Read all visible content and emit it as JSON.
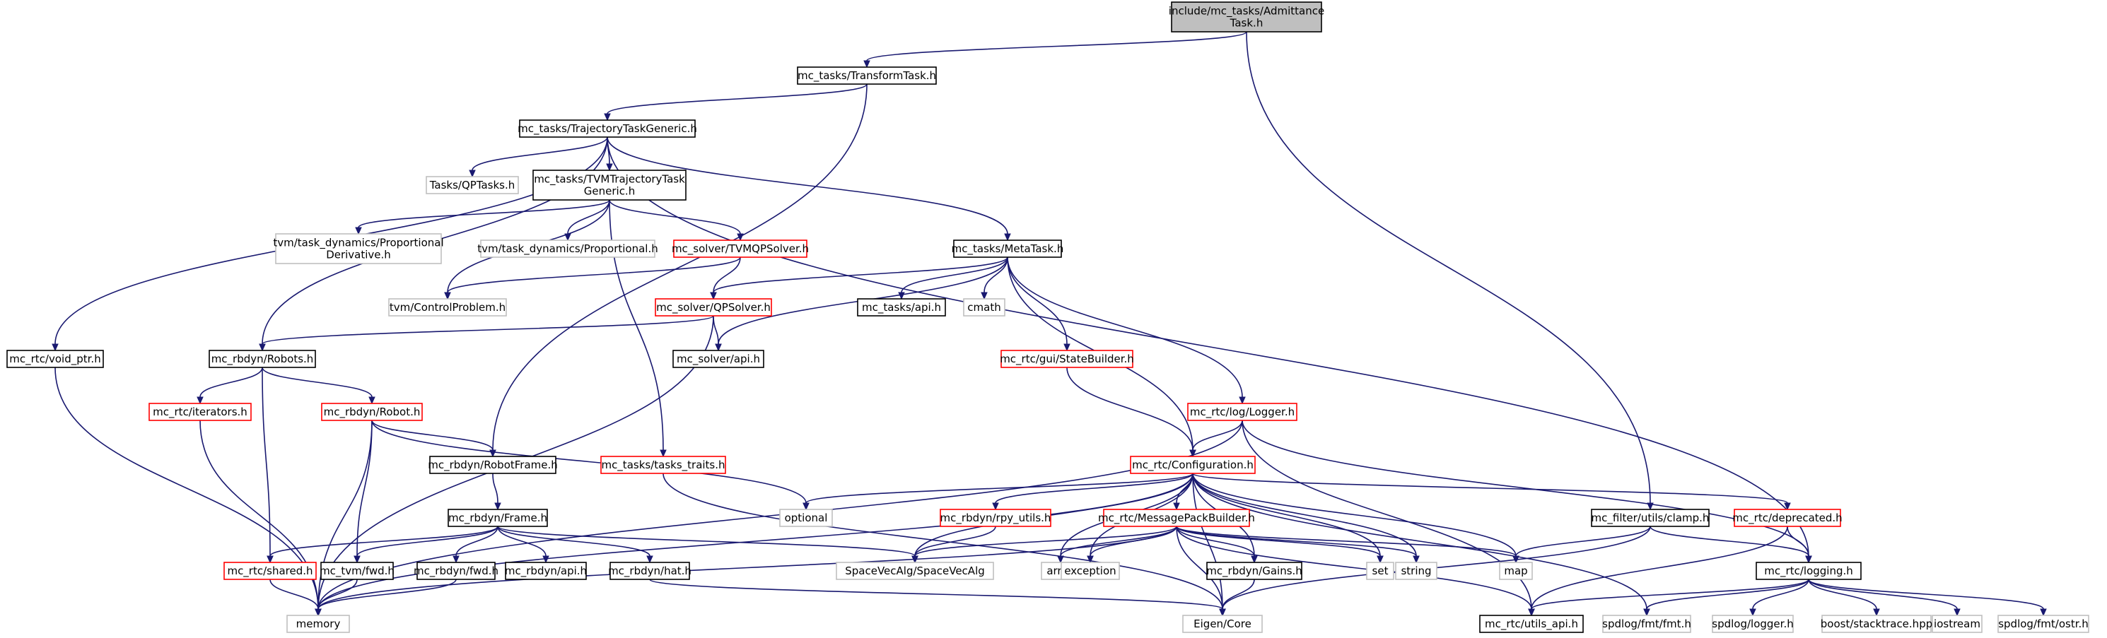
{
  "colors": {
    "edge": "#191970",
    "root_fill": "#bfbfbf",
    "border_black": "#000000",
    "border_red": "#ff0000",
    "border_gray": "#bfbfbf"
  },
  "nodes": [
    {
      "id": "n0",
      "lines": [
        "include/mc_tasks/Admittance",
        "Task.h"
      ],
      "style": "root"
    },
    {
      "id": "n1",
      "lines": [
        "mc_tasks/TransformTask.h"
      ],
      "style": "black"
    },
    {
      "id": "n2",
      "lines": [
        "mc_tasks/TrajectoryTaskGeneric.h"
      ],
      "style": "black"
    },
    {
      "id": "n3",
      "lines": [
        "Tasks/QPTasks.h"
      ],
      "style": "gray"
    },
    {
      "id": "n4",
      "lines": [
        "mc_tasks/TVMTrajectoryTask",
        "Generic.h"
      ],
      "style": "black"
    },
    {
      "id": "n5",
      "lines": [
        "tvm/task_dynamics/Proportional",
        "Derivative.h"
      ],
      "style": "gray"
    },
    {
      "id": "n6",
      "lines": [
        "tvm/task_dynamics/Proportional.h"
      ],
      "style": "gray"
    },
    {
      "id": "n7",
      "lines": [
        "mc_solver/TVMQPSolver.h"
      ],
      "style": "red"
    },
    {
      "id": "n8",
      "lines": [
        "mc_tasks/MetaTask.h"
      ],
      "style": "black"
    },
    {
      "id": "n9",
      "lines": [
        "tvm/ControlProblem.h"
      ],
      "style": "gray"
    },
    {
      "id": "n10",
      "lines": [
        "mc_solver/QPSolver.h"
      ],
      "style": "red"
    },
    {
      "id": "n11",
      "lines": [
        "mc_tasks/api.h"
      ],
      "style": "black"
    },
    {
      "id": "n12",
      "lines": [
        "cmath"
      ],
      "style": "gray"
    },
    {
      "id": "n13",
      "lines": [
        "mc_rtc/void_ptr.h"
      ],
      "style": "black"
    },
    {
      "id": "n14",
      "lines": [
        "mc_rbdyn/Robots.h"
      ],
      "style": "black"
    },
    {
      "id": "n15",
      "lines": [
        "mc_solver/api.h"
      ],
      "style": "black"
    },
    {
      "id": "n16",
      "lines": [
        "mc_rtc/gui/StateBuilder.h"
      ],
      "style": "red"
    },
    {
      "id": "n17",
      "lines": [
        "mc_rtc/iterators.h"
      ],
      "style": "red"
    },
    {
      "id": "n18",
      "lines": [
        "mc_rbdyn/Robot.h"
      ],
      "style": "red"
    },
    {
      "id": "n19",
      "lines": [
        "mc_rtc/log/Logger.h"
      ],
      "style": "red"
    },
    {
      "id": "n20",
      "lines": [
        "mc_rbdyn/RobotFrame.h"
      ],
      "style": "black"
    },
    {
      "id": "n21",
      "lines": [
        "mc_tasks/tasks_traits.h"
      ],
      "style": "red"
    },
    {
      "id": "n22",
      "lines": [
        "mc_rtc/Configuration.h"
      ],
      "style": "red"
    },
    {
      "id": "n23",
      "lines": [
        "mc_rbdyn/Frame.h"
      ],
      "style": "black"
    },
    {
      "id": "n24",
      "lines": [
        "optional"
      ],
      "style": "gray"
    },
    {
      "id": "n25",
      "lines": [
        "mc_rbdyn/rpy_utils.h"
      ],
      "style": "red"
    },
    {
      "id": "n26",
      "lines": [
        "mc_rtc/MessagePackBuilder.h"
      ],
      "style": "red"
    },
    {
      "id": "n27",
      "lines": [
        "mc_filter/utils/clamp.h"
      ],
      "style": "black"
    },
    {
      "id": "n28",
      "lines": [
        "mc_rtc/deprecated.h"
      ],
      "style": "red"
    },
    {
      "id": "n29",
      "lines": [
        "SpaceVecAlg/SpaceVecAlg"
      ],
      "style": "gray"
    },
    {
      "id": "n30",
      "lines": [
        "array"
      ],
      "style": "gray"
    },
    {
      "id": "n31",
      "lines": [
        "exception"
      ],
      "style": "gray"
    },
    {
      "id": "n32",
      "lines": [
        "set"
      ],
      "style": "gray"
    },
    {
      "id": "n33",
      "lines": [
        "string"
      ],
      "style": "gray"
    },
    {
      "id": "n34",
      "lines": [
        "map"
      ],
      "style": "gray"
    },
    {
      "id": "n35",
      "lines": [
        "mc_rtc/shared.h"
      ],
      "style": "red"
    },
    {
      "id": "n36",
      "lines": [
        "mc_tvm/fwd.h"
      ],
      "style": "black"
    },
    {
      "id": "n37",
      "lines": [
        "mc_rbdyn/fwd.h"
      ],
      "style": "black"
    },
    {
      "id": "n38",
      "lines": [
        "mc_rbdyn/api.h"
      ],
      "style": "black"
    },
    {
      "id": "n39",
      "lines": [
        "mc_rbdyn/hat.h"
      ],
      "style": "black"
    },
    {
      "id": "n40",
      "lines": [
        "mc_rbdyn/Gains.h"
      ],
      "style": "black"
    },
    {
      "id": "n41",
      "lines": [
        "mc_rtc/logging.h"
      ],
      "style": "black"
    },
    {
      "id": "n42",
      "lines": [
        "memory"
      ],
      "style": "gray"
    },
    {
      "id": "n43",
      "lines": [
        "Eigen/Core"
      ],
      "style": "gray"
    },
    {
      "id": "n44",
      "lines": [
        "mc_rtc/utils_api.h"
      ],
      "style": "black"
    },
    {
      "id": "n45",
      "lines": [
        "spdlog/fmt/fmt.h"
      ],
      "style": "gray"
    },
    {
      "id": "n46",
      "lines": [
        "spdlog/logger.h"
      ],
      "style": "gray"
    },
    {
      "id": "n47",
      "lines": [
        "boost/stacktrace.hpp"
      ],
      "style": "gray"
    },
    {
      "id": "n48",
      "lines": [
        "iostream"
      ],
      "style": "gray"
    },
    {
      "id": "n49",
      "lines": [
        "spdlog/fmt/ostr.h"
      ],
      "style": "gray"
    }
  ],
  "edges": [
    [
      "n0",
      "n1"
    ],
    [
      "n0",
      "n27"
    ],
    [
      "n1",
      "n2"
    ],
    [
      "n1",
      "n20"
    ],
    [
      "n2",
      "n3"
    ],
    [
      "n2",
      "n4"
    ],
    [
      "n2",
      "n8"
    ],
    [
      "n2",
      "n13"
    ],
    [
      "n2",
      "n14"
    ],
    [
      "n2",
      "n41"
    ],
    [
      "n4",
      "n5"
    ],
    [
      "n4",
      "n6"
    ],
    [
      "n4",
      "n7"
    ],
    [
      "n4",
      "n9"
    ],
    [
      "n4",
      "n21"
    ],
    [
      "n7",
      "n9"
    ],
    [
      "n7",
      "n10"
    ],
    [
      "n8",
      "n10"
    ],
    [
      "n8",
      "n11"
    ],
    [
      "n8",
      "n12"
    ],
    [
      "n8",
      "n15"
    ],
    [
      "n8",
      "n16"
    ],
    [
      "n8",
      "n19"
    ],
    [
      "n8",
      "n22"
    ],
    [
      "n10",
      "n14"
    ],
    [
      "n10",
      "n15"
    ],
    [
      "n10",
      "n42"
    ],
    [
      "n13",
      "n42"
    ],
    [
      "n14",
      "n17"
    ],
    [
      "n14",
      "n18"
    ],
    [
      "n14",
      "n35"
    ],
    [
      "n16",
      "n22"
    ],
    [
      "n17",
      "n42"
    ],
    [
      "n18",
      "n20"
    ],
    [
      "n18",
      "n24"
    ],
    [
      "n18",
      "n36"
    ],
    [
      "n18",
      "n42"
    ],
    [
      "n19",
      "n22"
    ],
    [
      "n19",
      "n41"
    ],
    [
      "n19",
      "n42"
    ],
    [
      "n19",
      "n44"
    ],
    [
      "n20",
      "n23"
    ],
    [
      "n21",
      "n43"
    ],
    [
      "n22",
      "n24"
    ],
    [
      "n22",
      "n25"
    ],
    [
      "n22",
      "n26"
    ],
    [
      "n22",
      "n28"
    ],
    [
      "n22",
      "n29"
    ],
    [
      "n22",
      "n30"
    ],
    [
      "n22",
      "n31"
    ],
    [
      "n22",
      "n32"
    ],
    [
      "n22",
      "n33"
    ],
    [
      "n22",
      "n34"
    ],
    [
      "n22",
      "n40"
    ],
    [
      "n22",
      "n43"
    ],
    [
      "n22",
      "n45"
    ],
    [
      "n22",
      "n42"
    ],
    [
      "n23",
      "n29"
    ],
    [
      "n23",
      "n35"
    ],
    [
      "n23",
      "n36"
    ],
    [
      "n23",
      "n37"
    ],
    [
      "n23",
      "n38"
    ],
    [
      "n23",
      "n39"
    ],
    [
      "n25",
      "n29"
    ],
    [
      "n26",
      "n29"
    ],
    [
      "n26",
      "n30"
    ],
    [
      "n26",
      "n31"
    ],
    [
      "n26",
      "n32"
    ],
    [
      "n26",
      "n33"
    ],
    [
      "n26",
      "n34"
    ],
    [
      "n26",
      "n40"
    ],
    [
      "n26",
      "n42"
    ],
    [
      "n26",
      "n43"
    ],
    [
      "n26",
      "n44"
    ],
    [
      "n27",
      "n34"
    ],
    [
      "n27",
      "n41"
    ],
    [
      "n27",
      "n43"
    ],
    [
      "n28",
      "n41"
    ],
    [
      "n28",
      "n44"
    ],
    [
      "n35",
      "n42"
    ],
    [
      "n36",
      "n42"
    ],
    [
      "n37",
      "n42"
    ],
    [
      "n39",
      "n43"
    ],
    [
      "n40",
      "n43"
    ],
    [
      "n41",
      "n44"
    ],
    [
      "n41",
      "n45"
    ],
    [
      "n41",
      "n46"
    ],
    [
      "n41",
      "n47"
    ],
    [
      "n41",
      "n48"
    ],
    [
      "n41",
      "n49"
    ]
  ]
}
